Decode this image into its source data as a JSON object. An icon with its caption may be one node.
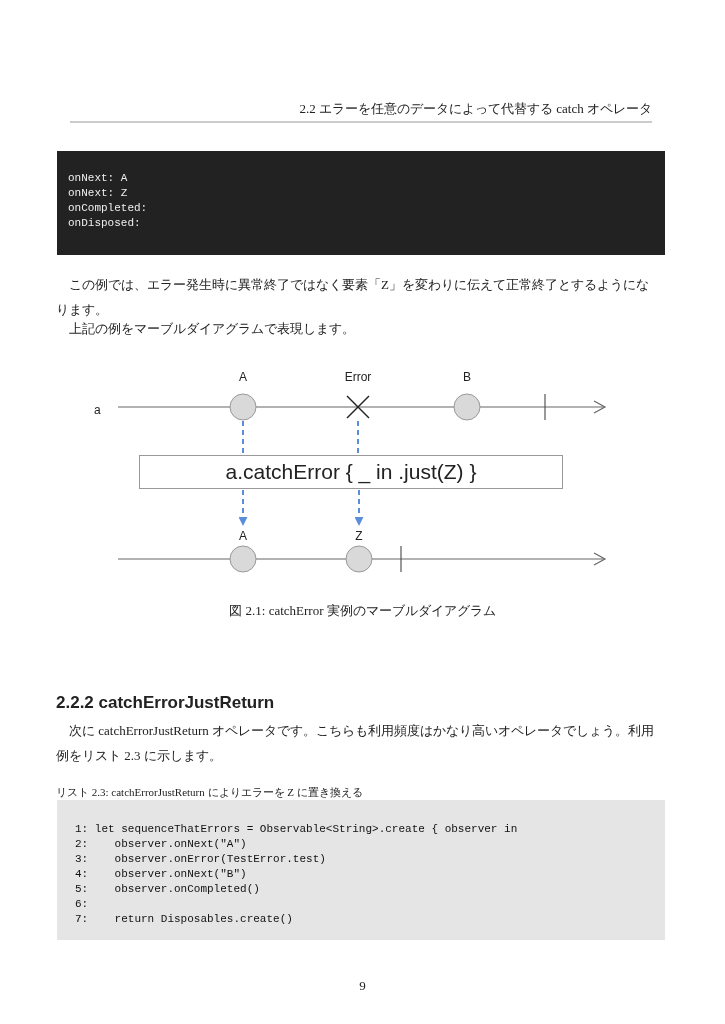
{
  "diagram": {
    "caption": "図 2.1: catchError 実例のマーブルダイアグラム",
    "nodes": [
      {
        "text": [],
        "shape": "circle",
        "beside": [
          "A"
        ]
      },
      {
        "text": [],
        "shape": "cross",
        "beside": [
          "Error"
        ]
      },
      {
        "text": [],
        "shape": "circle",
        "beside": [
          "B"
        ]
      },
      {
        "text": [
          "a.catchError { _ in .just(Z) }"
        ]
      },
      {
        "text": [],
        "shape": "circle",
        "beside": [
          "A"
        ]
      },
      {
        "text": [],
        "shape": "circle",
        "beside": [
          "Z"
        ]
      }
    ],
    "edges": [
      {
        "from": 0,
        "to": 3,
        "arrow": "none",
        "style": "dashed",
        "color": "#5b8ddb"
      },
      {
        "from": 3,
        "to": 4,
        "arrow": "to",
        "style": "dashed",
        "color": "#5b8ddb"
      },
      {
        "from": 1,
        "to": 3,
        "arrow": "none",
        "style": "dashed",
        "color": "#5b8ddb"
      },
      {
        "from": 3,
        "to": 5,
        "arrow": "to",
        "style": "dashed",
        "color": "#5b8ddb"
      }
    ],
    "labels": [
      "2.2 エラーを任意のデータによって代替する catch オペレータ",
      "onNext: A",
      "onNext: Z",
      "onCompleted:",
      "onDisposed:",
      "この例では、エラー発生時に異常終了ではなく要素「Z」を変わりに伝えて正常終了とするようになります。",
      "上記の例をマーブルダイアグラムで表現します。",
      "a",
      "2.2.2 catchErrorJustReturn",
      "次に catchErrorJustReturn オペレータです。こちらも利用頻度はかなり高いオペレータでしょう。利用例をリスト 2.3 に示します。",
      "リスト 2.3: catchErrorJustReturn によりエラーを Z に置き換える",
      "1: let sequenceThatErrors = Observable<String>.create { observer in",
      "2:    observer.onNext(\"A\")",
      "3:    observer.onError(TestError.test)",
      "4:    observer.onNext(\"B\")",
      "5:    observer.onCompleted()",
      "6:",
      "7:    return Disposables.create()",
      "9"
    ]
  }
}
